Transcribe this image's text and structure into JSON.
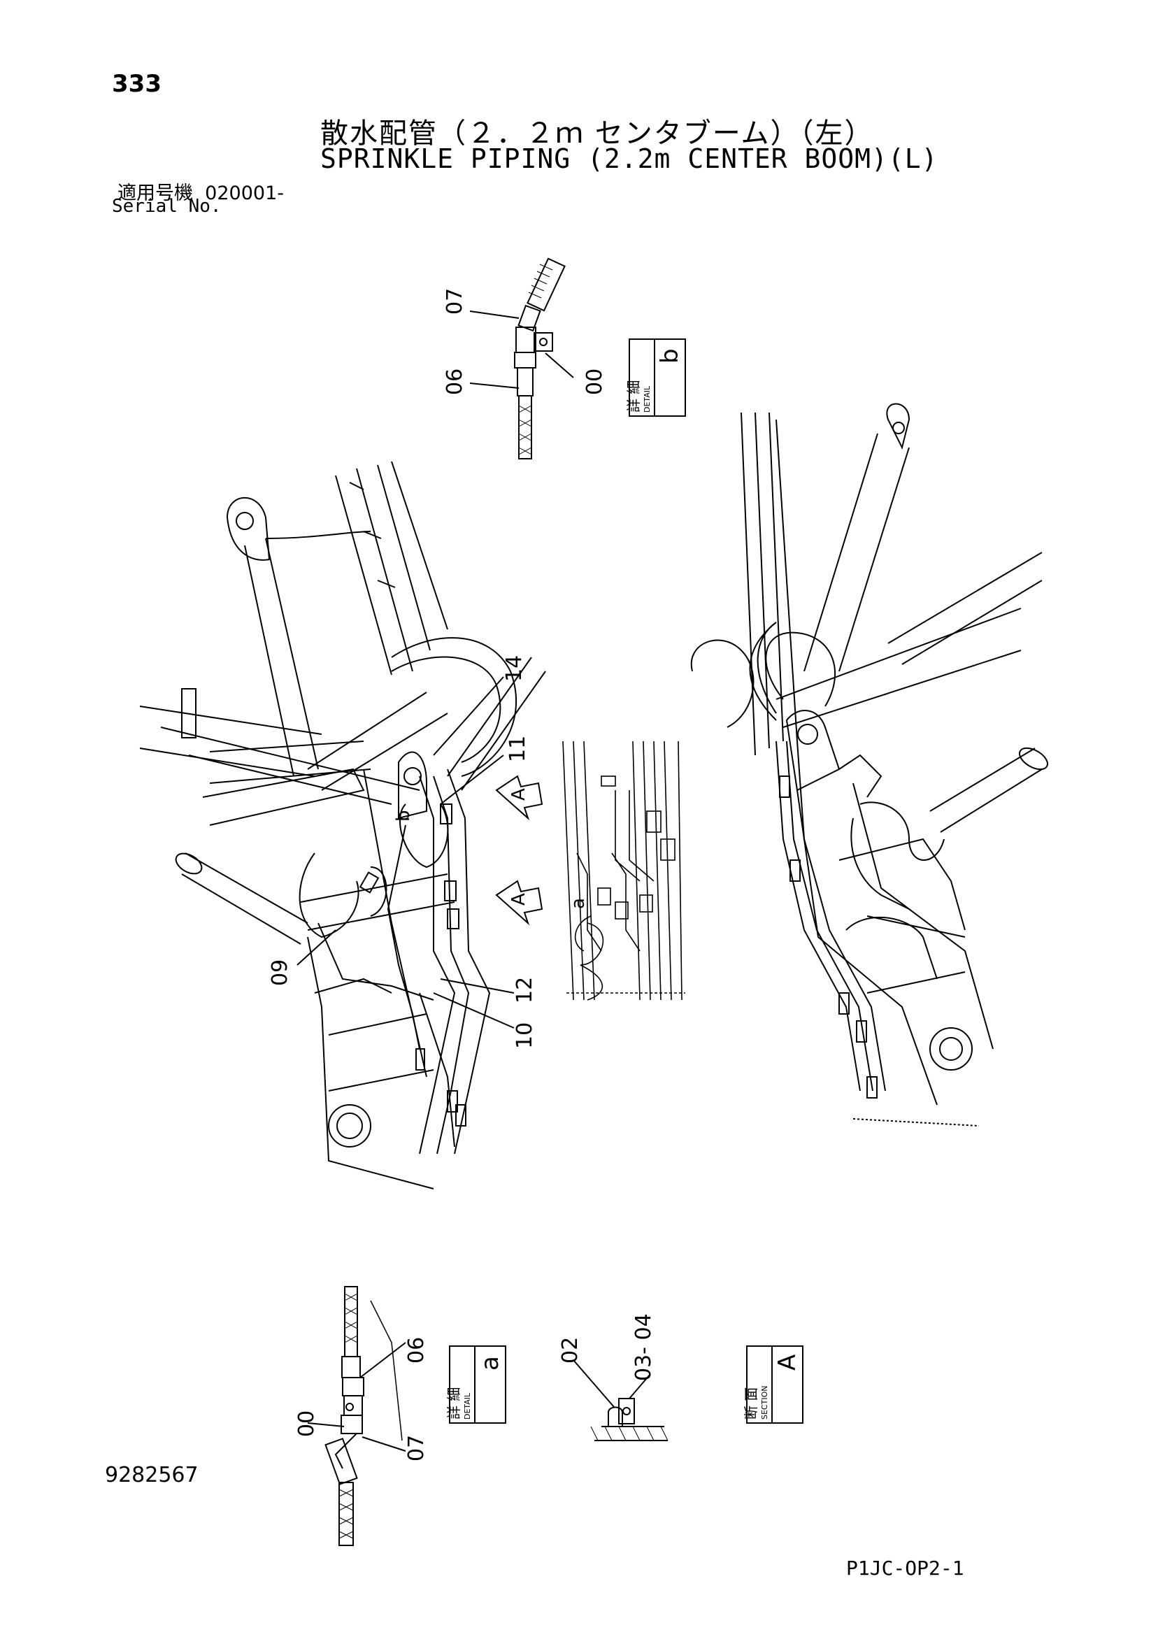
{
  "header": {
    "page_number": "333",
    "title_jp": "散水配管（２．２ｍ センタブーム）（左）",
    "title_en": "SPRINKLE PIPING (2.2m CENTER BOOM)(L)",
    "serial_label_jp": "適用号機",
    "serial_value": "020001-",
    "serial_label_en": "Serial No."
  },
  "callouts": {
    "c00a": "00",
    "c06a": "06",
    "c07a": "07",
    "c09": "09",
    "c10": "10",
    "c11": "11",
    "c12": "12",
    "c14": "14",
    "ref_a": "a",
    "ref_b": "b",
    "arrow_a1": "A",
    "arrow_a2": "A",
    "c00b": "00",
    "c06b": "06",
    "c07b": "07",
    "c02": "02",
    "c03_04": "03-\n04"
  },
  "detail_b": {
    "jp": "詳 細",
    "en": "DETAIL",
    "letter": "b"
  },
  "detail_a": {
    "jp": "詳 細",
    "en": "DETAIL",
    "letter": "a"
  },
  "section_a": {
    "jp": "断 面",
    "en": "SECTION",
    "letter": "A"
  },
  "footer": {
    "doc_number": "9282567",
    "page_code": "P1JC-OP2-1"
  }
}
